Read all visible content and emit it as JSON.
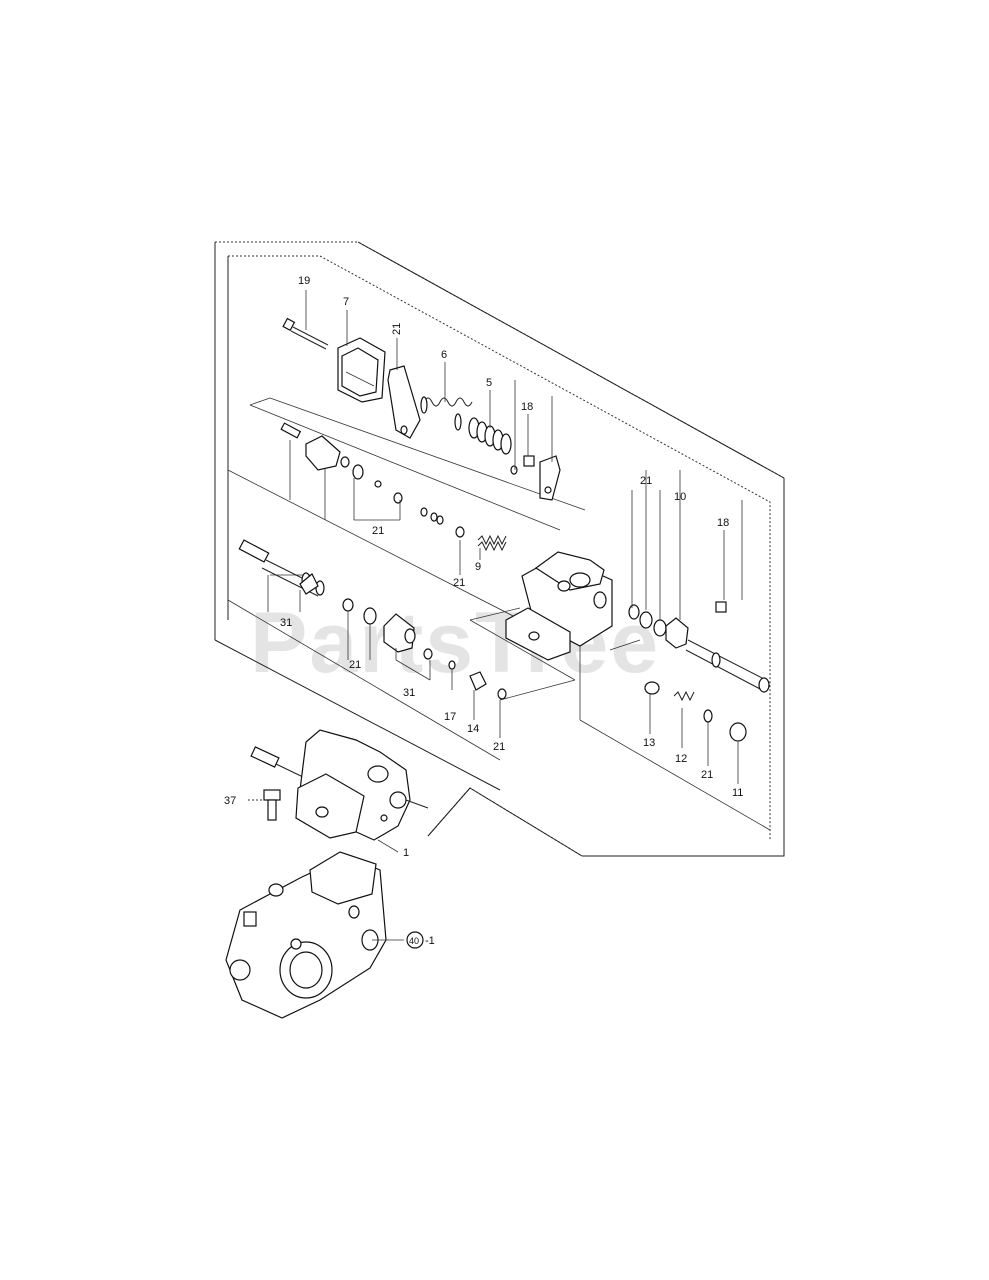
{
  "watermark": "PartsTree",
  "callouts": [
    {
      "id": "c19",
      "text": "19"
    },
    {
      "id": "c7",
      "text": "7"
    },
    {
      "id": "c21a",
      "text": "21"
    },
    {
      "id": "c6",
      "text": "6"
    },
    {
      "id": "c5",
      "text": "5"
    },
    {
      "id": "c18a",
      "text": "18"
    },
    {
      "id": "c21b",
      "text": "21"
    },
    {
      "id": "c21c",
      "text": "21"
    },
    {
      "id": "c9",
      "text": "9"
    },
    {
      "id": "c21d",
      "text": "21"
    },
    {
      "id": "c10",
      "text": "10"
    },
    {
      "id": "c18b",
      "text": "18"
    },
    {
      "id": "c31a",
      "text": "31"
    },
    {
      "id": "c21e",
      "text": "21"
    },
    {
      "id": "c31b",
      "text": "31"
    },
    {
      "id": "c17",
      "text": "17"
    },
    {
      "id": "c14",
      "text": "14"
    },
    {
      "id": "c21f",
      "text": "21"
    },
    {
      "id": "c13",
      "text": "13"
    },
    {
      "id": "c12",
      "text": "12"
    },
    {
      "id": "c21g",
      "text": "21"
    },
    {
      "id": "c11",
      "text": "11"
    },
    {
      "id": "c37",
      "text": "37"
    },
    {
      "id": "c1",
      "text": "1"
    },
    {
      "id": "c40",
      "text": "40"
    },
    {
      "id": "c40s",
      "text": "-1"
    }
  ]
}
